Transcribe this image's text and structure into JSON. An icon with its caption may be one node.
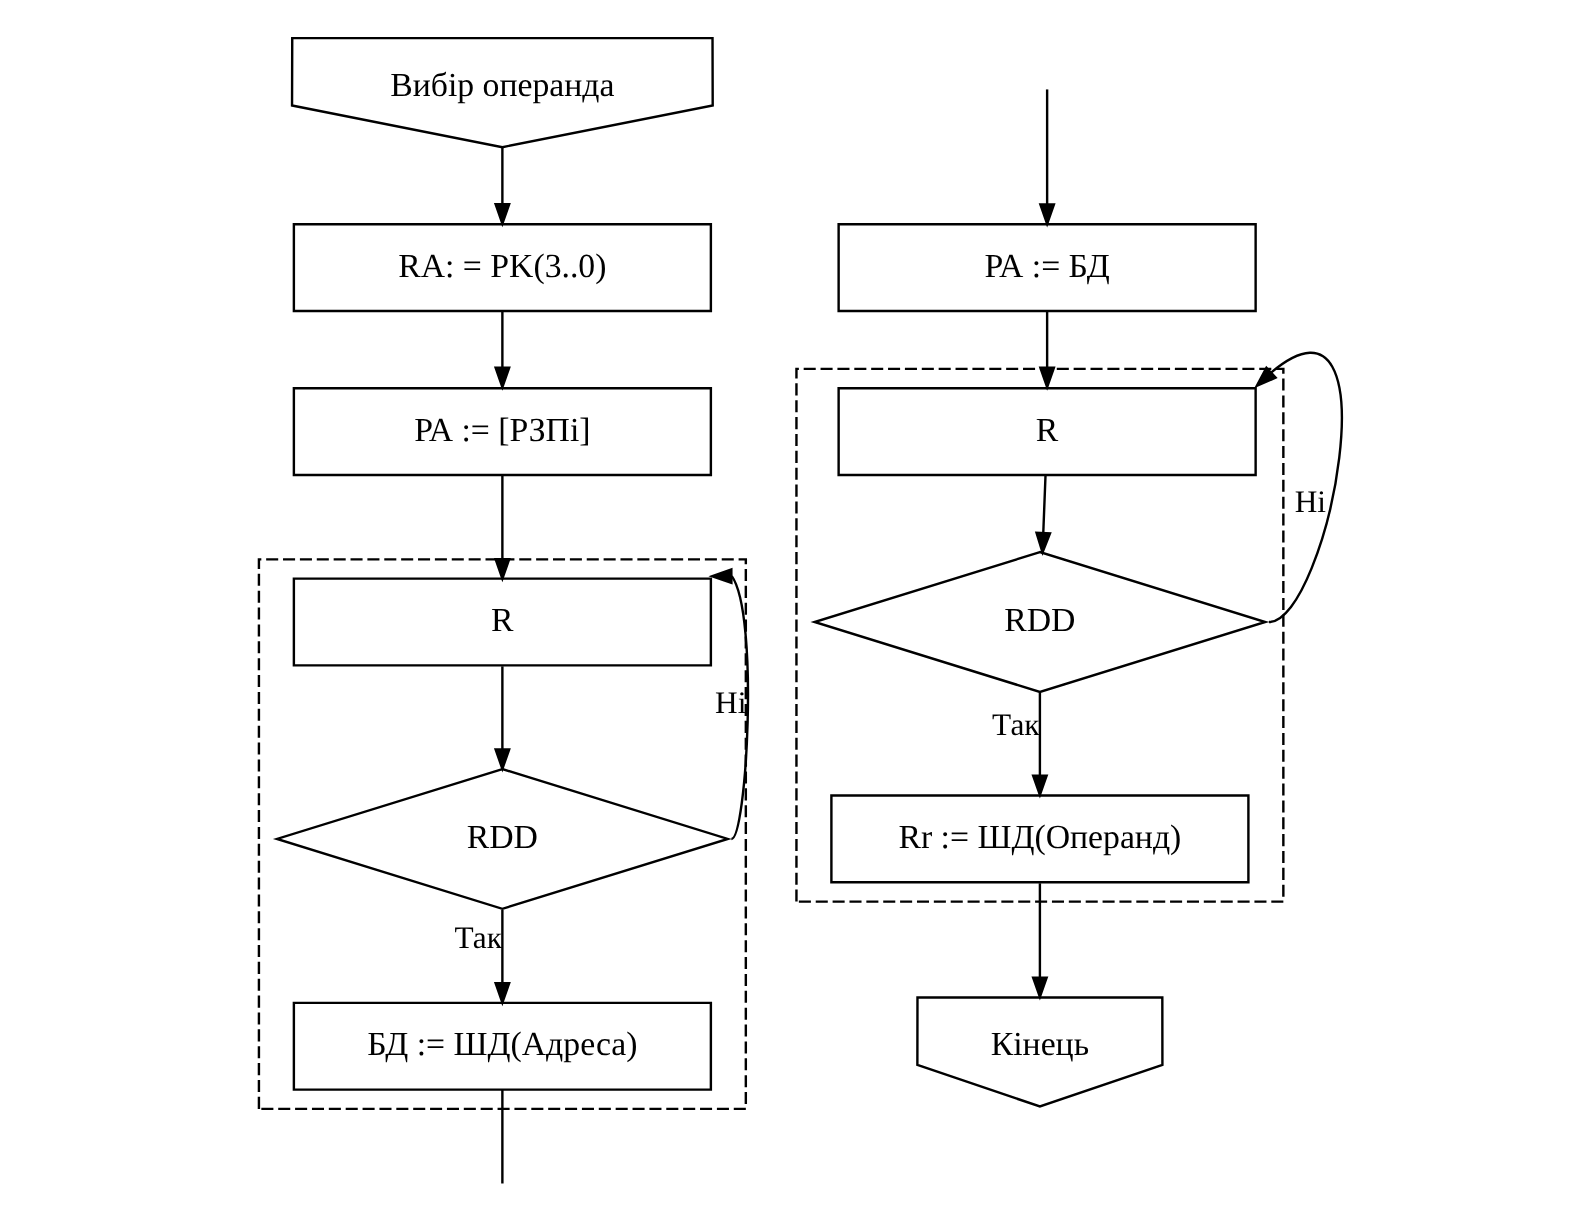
{
  "diagram": {
    "nodes": [
      {
        "text": [
          "Вибір операнда"
        ]
      },
      {
        "text": [
          "RA: = PK(3..0)"
        ]
      },
      {
        "text": [
          "РА := [РЗПi]"
        ]
      },
      {
        "text": [],
        "shape": "box"
      },
      {
        "text": [
          "R"
        ],
        "in": 3
      },
      {
        "text": [
          "RDD"
        ],
        "in": 3
      },
      {
        "text": [
          "БД := ШД(Адреса)"
        ],
        "in": 3
      },
      {
        "text": [
          "РА := БД"
        ]
      },
      {
        "text": [],
        "shape": "box"
      },
      {
        "text": [
          "R"
        ],
        "in": 8
      },
      {
        "text": [
          "RDD"
        ],
        "in": 8
      },
      {
        "text": [
          "Rr := ШД(Операнд)"
        ],
        "in": 8
      },
      {
        "text": [
          "Кінець"
        ]
      }
    ],
    "edges": [
      {
        "from": 0,
        "to": 1,
        "arrow": "to"
      },
      {
        "from": 1,
        "to": 2,
        "arrow": "to"
      },
      {
        "from": 2,
        "to": 4,
        "arrow": "to"
      },
      {
        "from": 4,
        "to": 5,
        "arrow": "to"
      },
      {
        "from": 5,
        "to": 6,
        "label": "Так",
        "arrow": "to"
      },
      {
        "from": 5,
        "to": 4,
        "label": "Ні",
        "arrow": "to"
      },
      {
        "from": 6,
        "to": null,
        "arrow": "none"
      },
      {
        "from": null,
        "to": 7,
        "arrow": "to"
      },
      {
        "from": 7,
        "to": 9,
        "arrow": "to"
      },
      {
        "from": 9,
        "to": 10,
        "arrow": "to"
      },
      {
        "from": 10,
        "to": 11,
        "label": "Так",
        "arrow": "to"
      },
      {
        "from": 10,
        "to": 9,
        "label": "Ні",
        "arrow": "to"
      },
      {
        "from": 11,
        "to": 12,
        "arrow": "to"
      }
    ]
  }
}
